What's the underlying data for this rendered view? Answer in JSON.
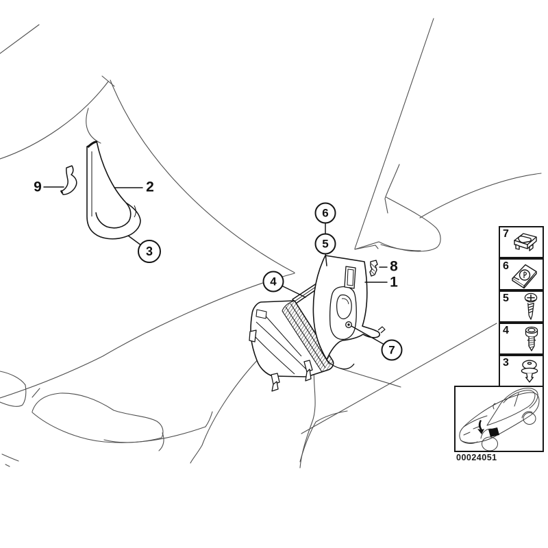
{
  "diagram": {
    "code": "00024051",
    "callouts": {
      "plain": [
        {
          "label": "9"
        },
        {
          "label": "2"
        },
        {
          "label": "8"
        },
        {
          "label": "1"
        }
      ],
      "circled": [
        {
          "label": "3"
        },
        {
          "label": "4"
        },
        {
          "label": "5"
        },
        {
          "label": "6"
        },
        {
          "label": "7"
        }
      ]
    }
  },
  "legend": {
    "items": [
      {
        "number": "7",
        "icon": "cage-nut-icon"
      },
      {
        "number": "6",
        "icon": "speed-nut-icon"
      },
      {
        "number": "5",
        "icon": "screw-icon"
      },
      {
        "number": "4",
        "icon": "expansion-rivet-icon"
      },
      {
        "number": "3",
        "icon": "push-clip-icon"
      }
    ]
  },
  "colors": {
    "line": "#2b2b2b",
    "background": "#ffffff"
  }
}
